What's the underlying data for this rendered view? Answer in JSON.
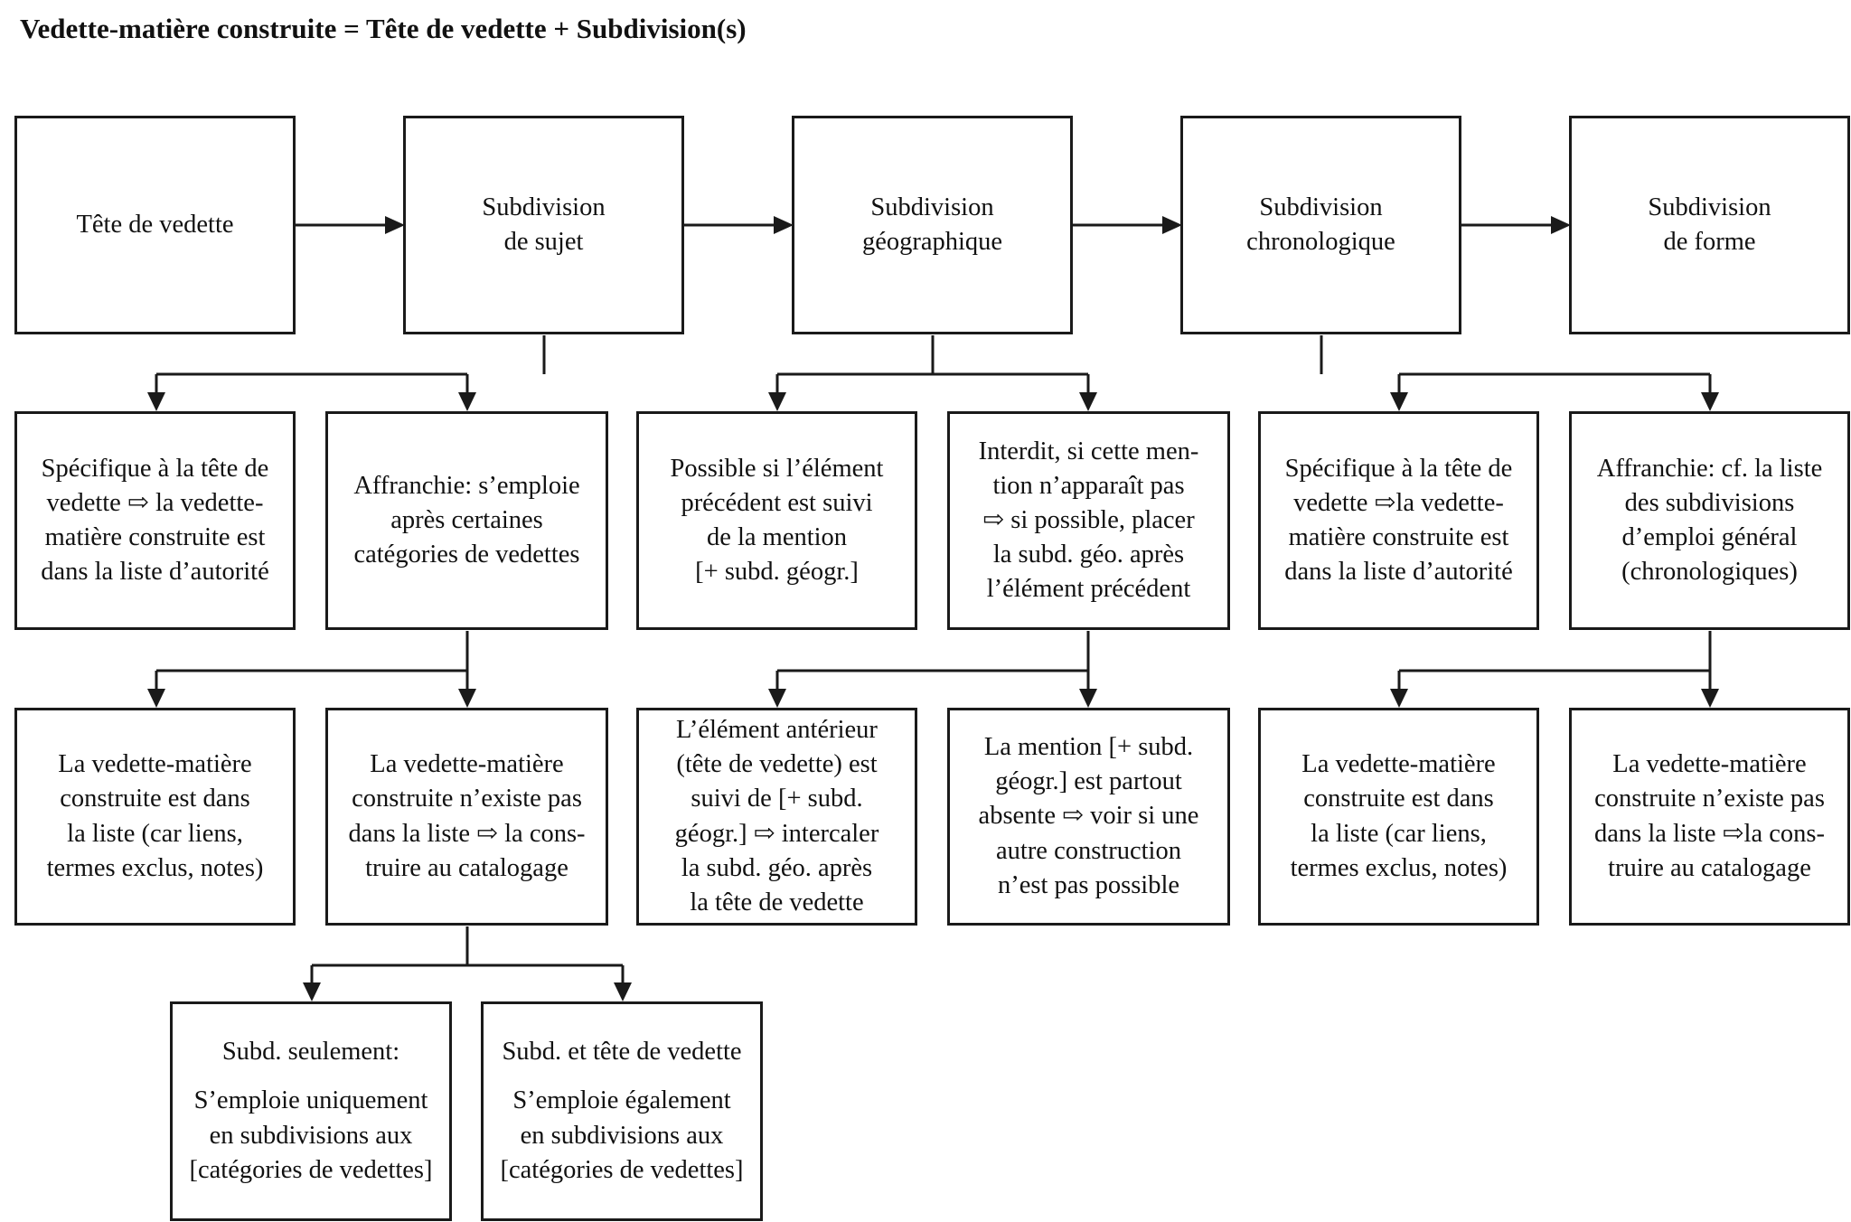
{
  "title": "Vedette-matière construite = Tête de vedette + Subdivision(s)",
  "nodes": {
    "tete": [
      "Tête de vedette"
    ],
    "sujet": [
      "Subdivision",
      "de sujet"
    ],
    "geo": [
      "Subdivision",
      "géographique"
    ],
    "chrono": [
      "Subdivision",
      "chronologique"
    ],
    "forme": [
      "Subdivision",
      "de forme"
    ],
    "sujet_specifique": [
      "Spécifique à la tête de",
      "vedette ⇨ la vedette-",
      "matière construite est",
      "dans la liste d’autorité"
    ],
    "sujet_affranchie": [
      "Affranchie: s’emploie",
      "après certaines",
      "catégories de vedettes"
    ],
    "geo_possible": [
      "Possible si l’élément",
      "précédent est suivi",
      "de la mention",
      "[+ subd. géogr.]"
    ],
    "geo_interdit": [
      "Interdit, si cette men-",
      "tion n’apparaît pas",
      "⇨ si possible, placer",
      "la subd. géo. après",
      "l’élément précédent"
    ],
    "chrono_specifique": [
      "Spécifique à la tête de",
      "vedette ⇨la vedette-",
      "matière construite est",
      "dans la liste d’autorité"
    ],
    "chrono_affranchie": [
      "Affranchie: cf. la liste",
      "des subdivisions",
      "d’emploi général",
      "(chronologiques)"
    ],
    "sujet_dans_liste": [
      "La vedette-matière",
      "construite est dans",
      "la liste (car liens,",
      "termes exclus, notes)"
    ],
    "sujet_existe_pas": [
      "La vedette-matière",
      "construite n’existe pas",
      "dans la liste ⇨ la cons-",
      "truire au catalogage"
    ],
    "geo_anterieur": [
      "L’élément antérieur",
      "(tête de vedette) est",
      "suivi de [+ subd.",
      "géogr.] ⇨ intercaler",
      "la subd. géo. après",
      "la tête de vedette"
    ],
    "geo_absente": [
      "La mention [+ subd.",
      "géogr.] est partout",
      "absente ⇨ voir si une",
      "autre construction",
      "n’est pas possible"
    ],
    "chrono_dans_liste": [
      "La vedette-matière",
      "construite est dans",
      "la liste (car liens,",
      "termes exclus, notes)"
    ],
    "chrono_existe_pas": [
      "La vedette-matière",
      "construite n’existe pas",
      "dans la liste ⇨la cons-",
      "truire au catalogage"
    ],
    "subd_seulement": [
      "Subd. seulement:",
      "",
      "S’emploie uniquement",
      "en subdivisions aux",
      "[catégories de vedettes]"
    ],
    "subd_et_tete": [
      "Subd. et tête de vedette",
      "",
      "S’emploie également",
      "en subdivisions aux",
      "[catégories de vedettes]"
    ]
  }
}
